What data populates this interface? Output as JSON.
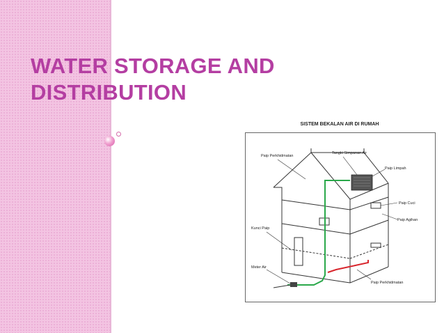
{
  "slide": {
    "title_lines": [
      "WATER STORAGE AND",
      "DISTRIBUTION"
    ]
  },
  "diagram": {
    "title": "SISTEM BEKALAN AIR DI RUMAH",
    "labels": {
      "paip_perkhidmatan_top": "Paip Perkhidmatan",
      "tangki": "Tangki Simpanan Air",
      "paip_limpah": "Paip Limpah",
      "paip_cuci": "Paip Cuci",
      "paip_agihan": "Paip Agihan",
      "kunci_paip": "Kunci Paip",
      "meter_air": "Meter Air",
      "paip_perkhidmatan_bottom": "Paip Perkhidmatan"
    }
  },
  "colors": {
    "title": "#b43ea2",
    "service_pipe": "#2aa84a",
    "distribution_pipe": "#d8262d"
  }
}
